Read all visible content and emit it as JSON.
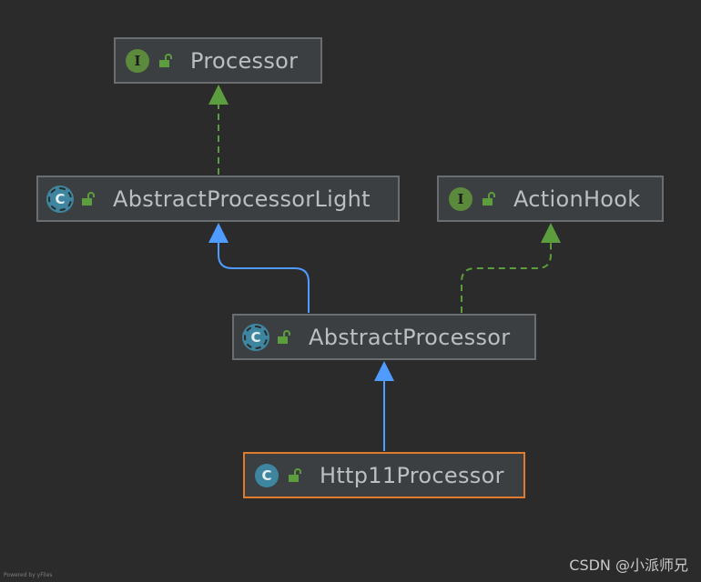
{
  "diagram": {
    "nodes": {
      "processor": {
        "name": "Processor",
        "kind": "interface",
        "kind_icon": "I"
      },
      "abstract_processor_light": {
        "name": "AbstractProcessorLight",
        "kind": "abstract-class",
        "kind_icon": "C"
      },
      "action_hook": {
        "name": "ActionHook",
        "kind": "interface",
        "kind_icon": "I"
      },
      "abstract_processor": {
        "name": "AbstractProcessor",
        "kind": "abstract-class",
        "kind_icon": "C"
      },
      "http11_processor": {
        "name": "Http11Processor",
        "kind": "class",
        "kind_icon": "C",
        "selected": true
      }
    },
    "edges": [
      {
        "from": "AbstractProcessorLight",
        "to": "Processor",
        "type": "implements",
        "color": "#5c9e3e"
      },
      {
        "from": "AbstractProcessor",
        "to": "AbstractProcessorLight",
        "type": "extends",
        "color": "#4f9bff"
      },
      {
        "from": "AbstractProcessor",
        "to": "ActionHook",
        "type": "implements",
        "color": "#5c9e3e"
      },
      {
        "from": "Http11Processor",
        "to": "AbstractProcessor",
        "type": "extends",
        "color": "#4f9bff"
      }
    ]
  },
  "colors": {
    "background": "#2b2b2b",
    "node_fill": "#3c3f41",
    "node_border": "#6b6e70",
    "selected_border": "#e07b2e",
    "interface_icon": "#5c8a3c",
    "class_icon": "#3e86a0"
  },
  "footer": {
    "watermark": "CSDN @小派师兄",
    "credit": "Powered by yFiles"
  }
}
